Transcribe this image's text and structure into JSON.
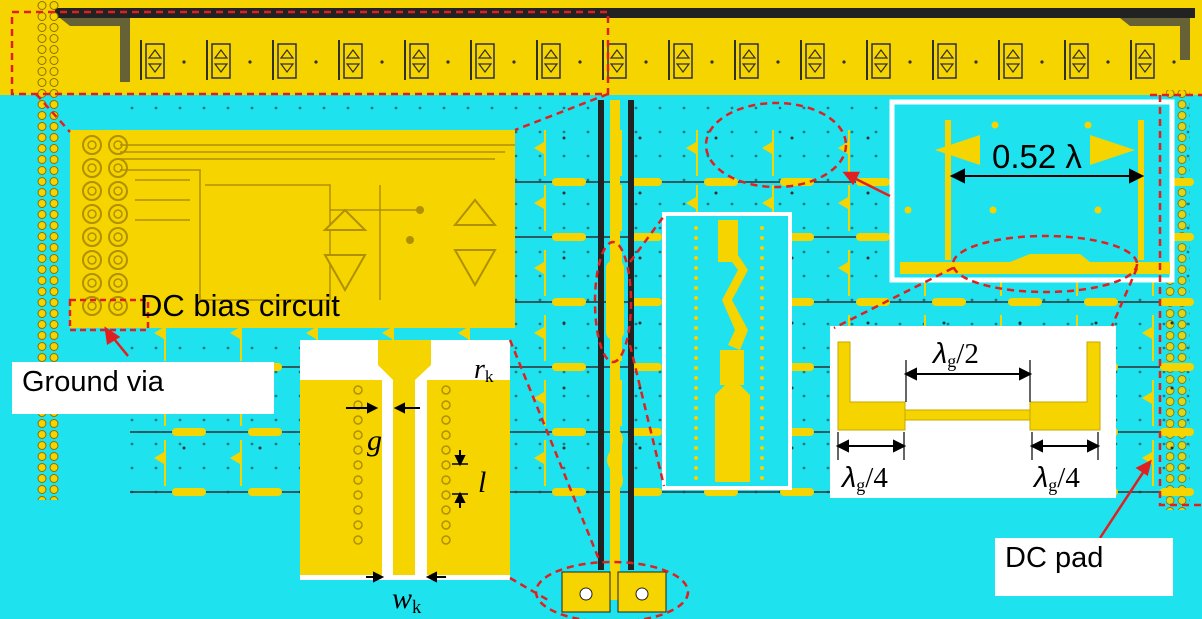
{
  "labels": {
    "dc_bias_circuit": "DC bias circuit",
    "ground_via": "Ground via",
    "dc_pad": "DC pad",
    "element_spacing": "0.52 λ"
  },
  "symbols": {
    "g": "g",
    "r": "r",
    "r_sub": "k",
    "l": "l",
    "w": "w",
    "w_sub": "k",
    "lambda_g": "λ",
    "g_sub": "g",
    "half": "/2",
    "quarter": "/4"
  },
  "colors": {
    "substrate": "#1ee3ee",
    "metal": "#f5d400",
    "metal_dark": "#e0b800",
    "trace": "#303030",
    "highlight": "#e02020"
  }
}
